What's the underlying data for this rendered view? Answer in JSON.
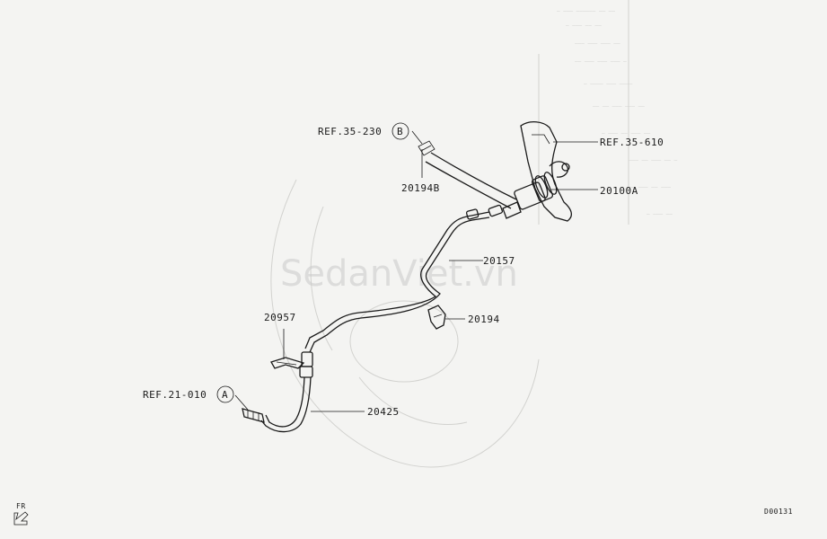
{
  "labels": {
    "ref_35_230": "REF.35-230",
    "ref_35_610": "REF.35-610",
    "part_20194b": "20194B",
    "part_20100a": "20100A",
    "part_20157": "20157",
    "part_20957": "20957",
    "part_20194": "20194",
    "ref_21_010": "REF.21-010",
    "part_20425": "20425",
    "callout_b": "B",
    "callout_a": "A",
    "fr_arrow": "FR",
    "diagram_code": "D00131"
  },
  "watermark": "SedanViet.vn"
}
